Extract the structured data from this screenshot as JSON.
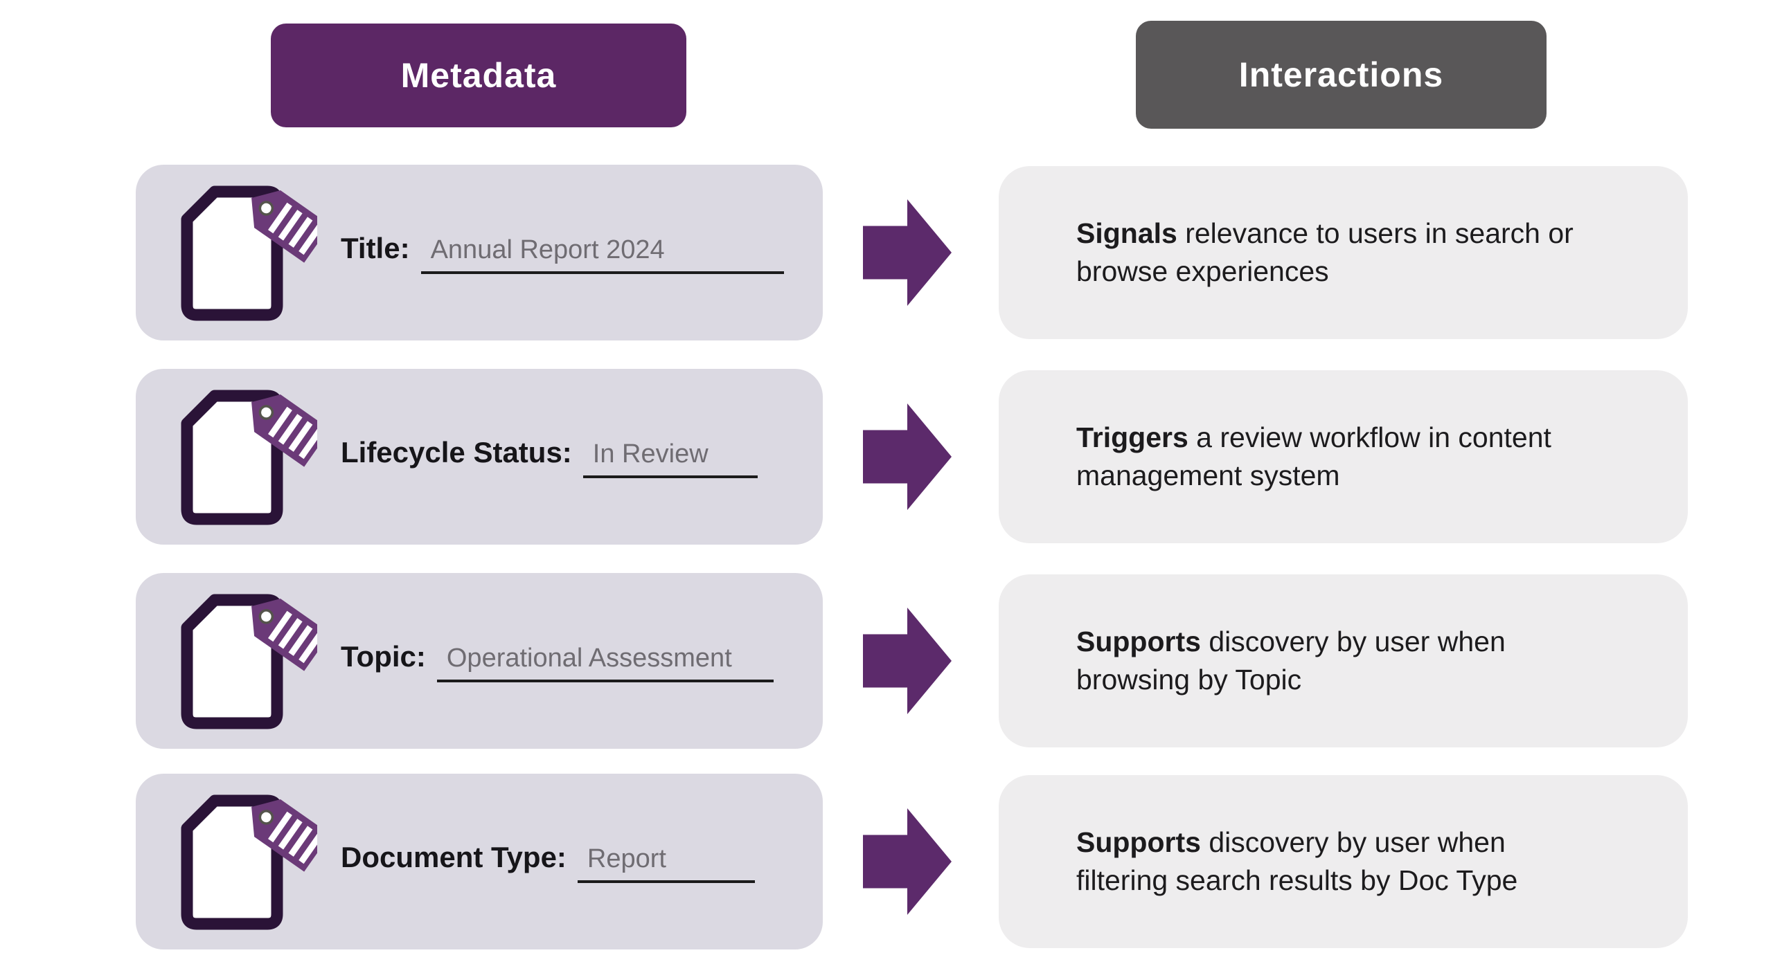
{
  "headers": {
    "metadata": "Metadata",
    "interactions": "Interactions"
  },
  "rows": [
    {
      "label": "Title:",
      "value": "Annual Report 2024",
      "interaction_bold": "Signals",
      "interaction_rest": " relevance to users in search or\nbrowse experiences"
    },
    {
      "label": "Lifecycle Status:",
      "value": "In Review",
      "interaction_bold": "Triggers",
      "interaction_rest": " a review workflow in content\nmanagement system"
    },
    {
      "label": "Topic:",
      "value": "Operational Assessment",
      "interaction_bold": "Supports",
      "interaction_rest": " discovery by user when\nbrowsing by Topic"
    },
    {
      "label": "Document Type:",
      "value": "Report",
      "interaction_bold": "Supports",
      "interaction_rest": " discovery by user when\nfiltering search results by Doc Type"
    }
  ],
  "icons": {
    "left_card_icon": "document-with-tag-icon",
    "connector": "right-arrow-icon"
  },
  "colors": {
    "metadata_header_bg": "#5C2765",
    "interactions_header_bg": "#595758",
    "arrow_purple": "#5C2A6B",
    "tag_purple": "#6B3A78",
    "document_outline": "#2A1337",
    "left_card_bg": "#DBD9E2",
    "right_card_bg": "#EEEDEE",
    "label_text": "#161519",
    "value_text": "#6F6C72",
    "underline": "#1B1B1B",
    "interaction_text": "#1C1B1D",
    "background": "#FFFFFF"
  }
}
